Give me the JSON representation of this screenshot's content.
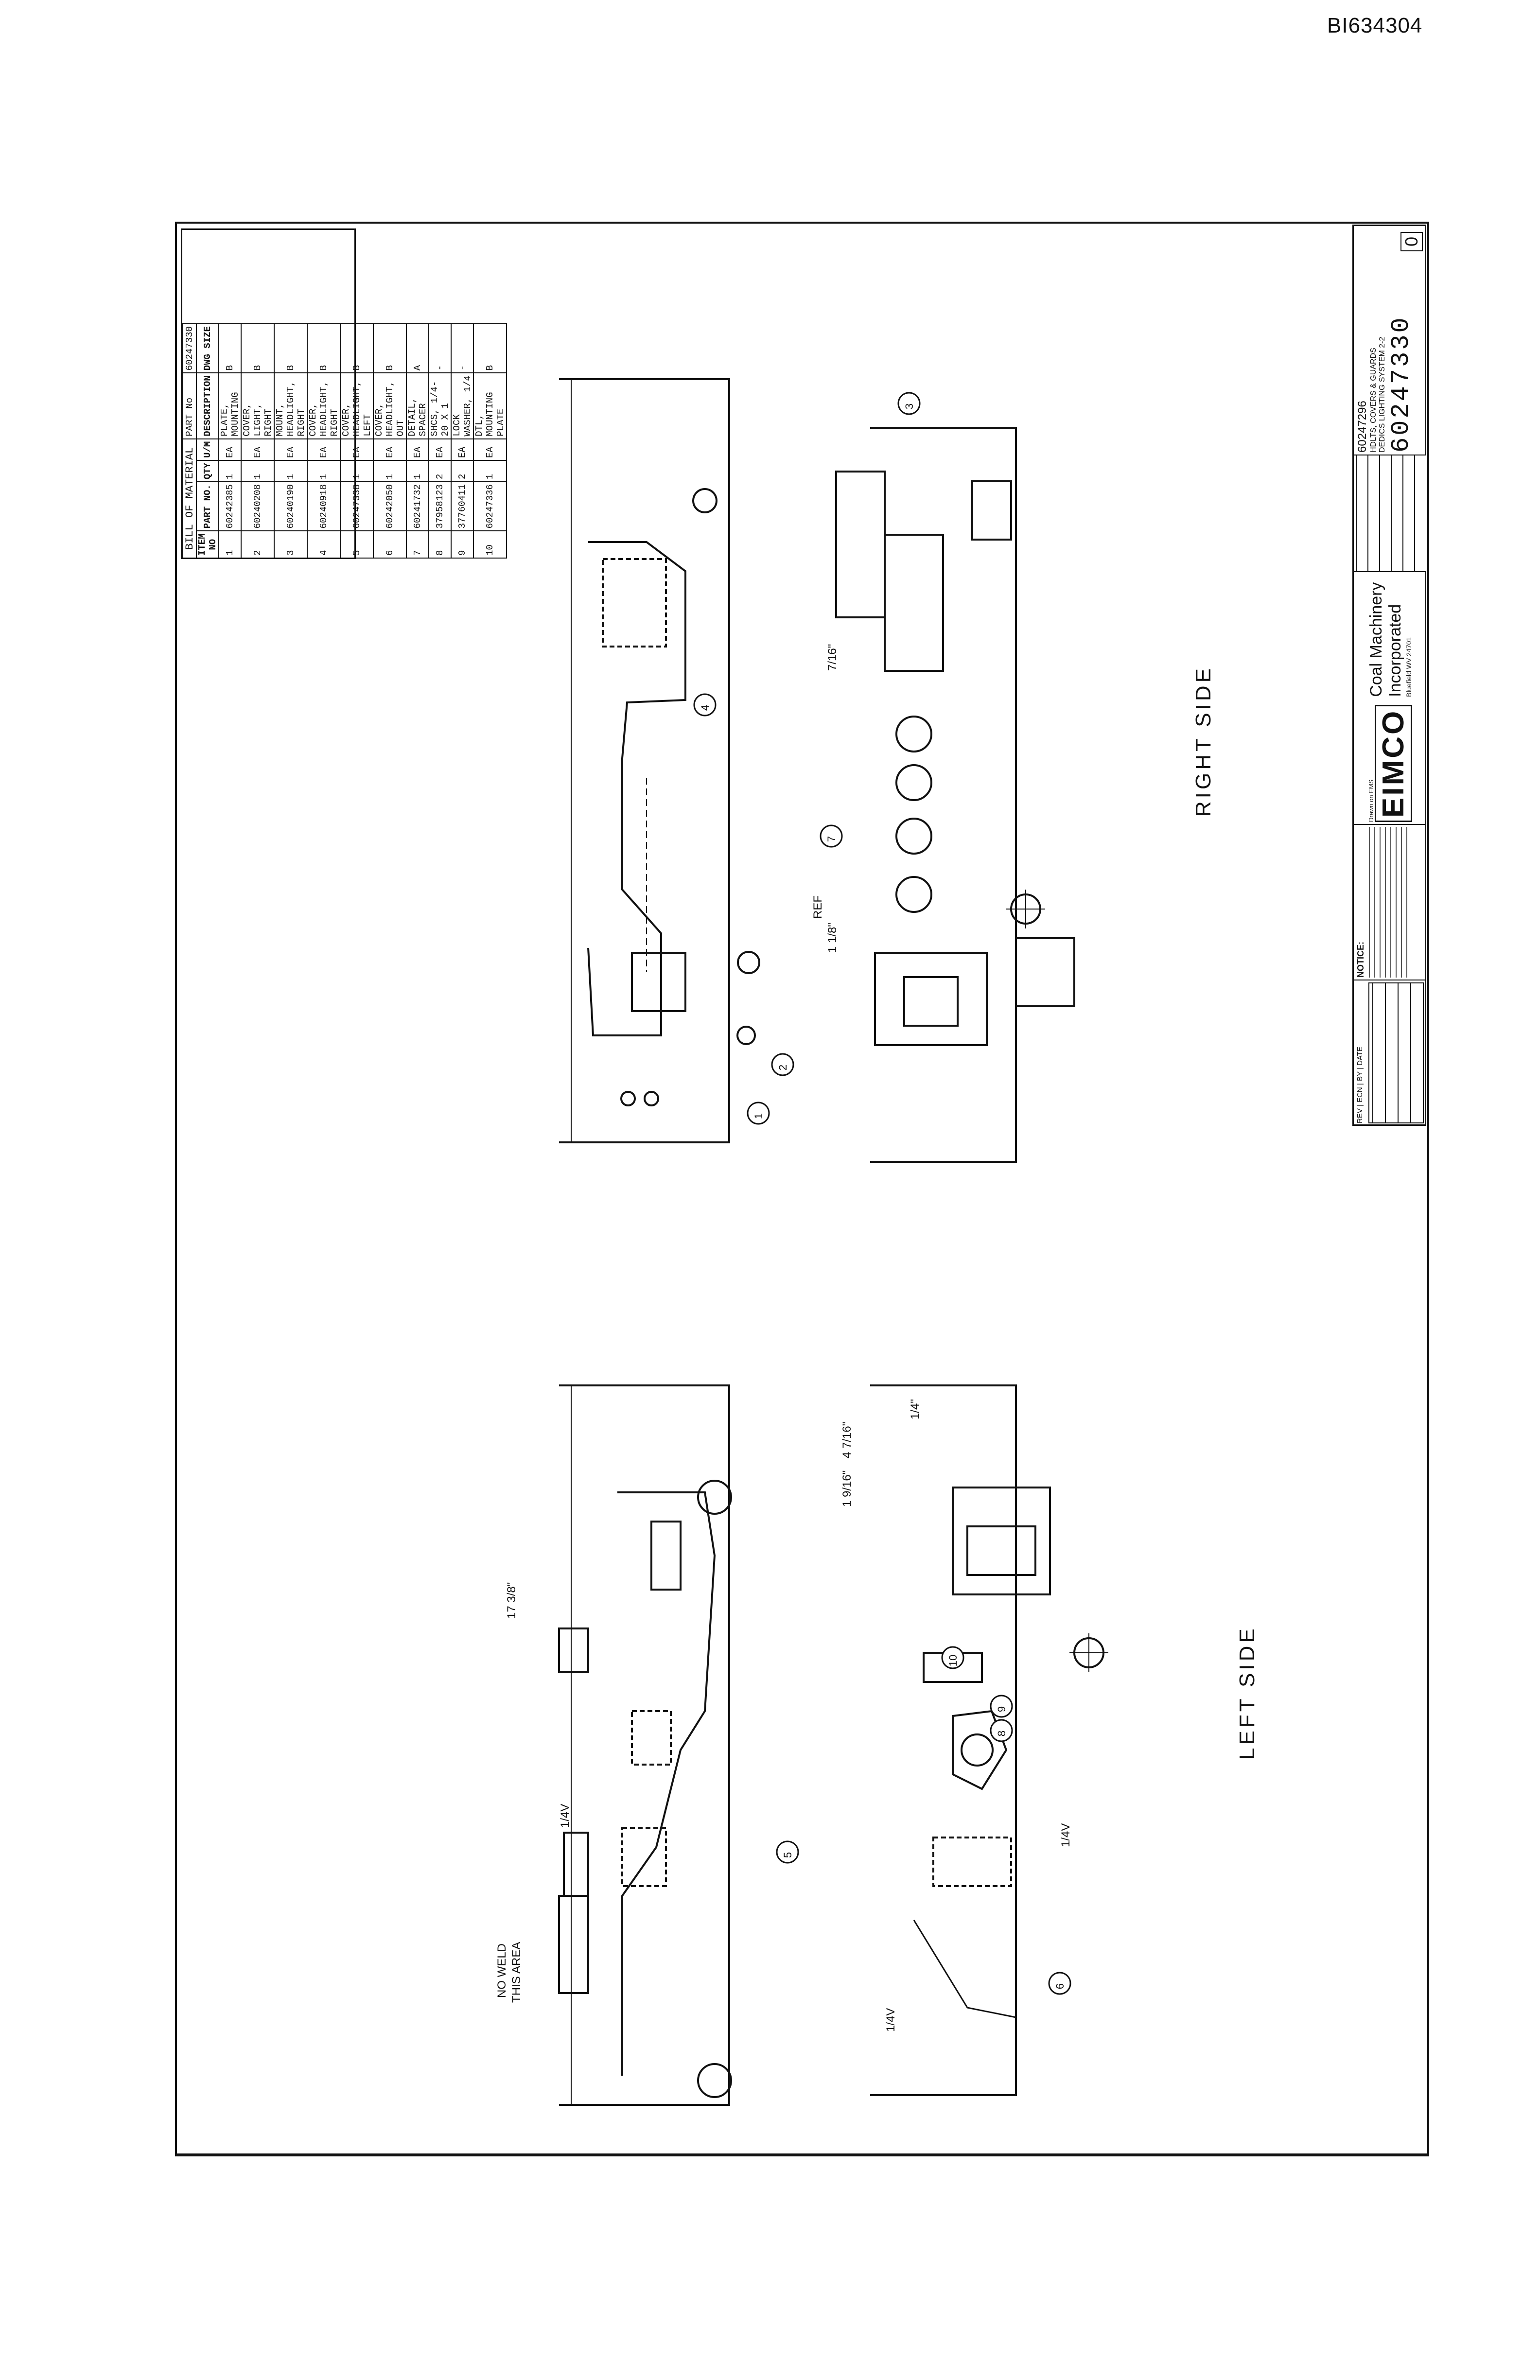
{
  "document_id": "BI634304",
  "bill_of_material": {
    "title": "BILL OF MATERIAL",
    "part_no_label": "PART No",
    "part_no_value": "60247330",
    "columns": [
      "ITEM NO",
      "PART NO.",
      "QTY",
      "U/M",
      "DESCRIPTION",
      "DWG SIZE"
    ],
    "rows": [
      [
        "1",
        "60242385",
        "1",
        "EA",
        "PLATE, MOUNTING",
        "B"
      ],
      [
        "2",
        "60240208",
        "1",
        "EA",
        "COVER, LIGHT, RIGHT",
        "B"
      ],
      [
        "3",
        "60240190",
        "1",
        "EA",
        "MOUNT, HEADLIGHT, RIGHT",
        "B"
      ],
      [
        "4",
        "60240918",
        "1",
        "EA",
        "COVER, HEADLIGHT, RIGHT",
        "B"
      ],
      [
        "5",
        "60247338",
        "1",
        "EA",
        "COVER, HEADLIGHT, LEFT",
        "B"
      ],
      [
        "6",
        "60242050",
        "1",
        "EA",
        "COVER, HEADLIGHT, OUT",
        "B"
      ],
      [
        "7",
        "60241732",
        "1",
        "EA",
        "DETAIL, SPACER",
        "A"
      ],
      [
        "8",
        "37958123",
        "2",
        "EA",
        "SHCS, 1/4-20 X 1",
        "-"
      ],
      [
        "9",
        "37760411",
        "2",
        "EA",
        "LOCK WASHER, 1/4",
        "-"
      ],
      [
        "10",
        "60247336",
        "1",
        "EA",
        "DTL, MOUNTING PLATE",
        "B"
      ]
    ]
  },
  "views": {
    "right_side_label": "RIGHT SIDE",
    "left_side_label": "LEFT SIDE"
  },
  "annotations": {
    "dim_7_16": "7/16\"",
    "dim_1_1_8": "1 1/8\"",
    "dim_ref": "REF",
    "dim_17_3_8": "17 3/8\"",
    "dim_4_7_16": "4 7/16\"",
    "dim_1_9_16": "1 9/16\"",
    "dim_1_4": "1/4\"",
    "weld_1": "1/4V",
    "weld_2": "1/4V",
    "weld_3": "1/4V",
    "no_weld_1": "NO WELD",
    "no_weld_2": "THIS AREA"
  },
  "callouts": [
    "1",
    "2",
    "3",
    "4",
    "5",
    "6",
    "7",
    "8",
    "9",
    "10"
  ],
  "title_block": {
    "company_logo": "EIMCO",
    "company_name_1": "Coal Machinery",
    "company_name_2": "Incorporated",
    "company_address": "Bluefield WV 24701",
    "notice_title": "NOTICE:",
    "drawing_number": "60247330",
    "model_number": "60247296",
    "title_line_1": "HDLTS, COVERS & GUARDS",
    "title_line_2": "DEDICS LIGHTING SYSTEM 2-2",
    "revision": "0",
    "drawn_label": "Drawn on EMS",
    "rev_columns": [
      "REV",
      "ECN",
      "BY",
      "DATE"
    ]
  }
}
